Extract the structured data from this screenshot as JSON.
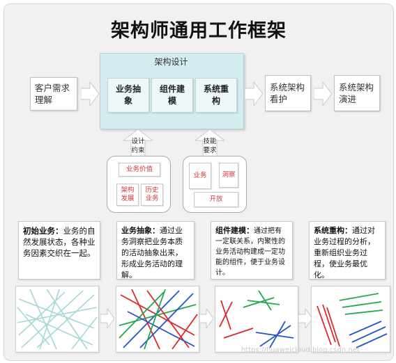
{
  "title": "架构师通用工作框架",
  "input_box": "客户需求理解",
  "architecture": {
    "title": "架构设计",
    "items": [
      "业务抽象",
      "组件建模",
      "系统重构"
    ]
  },
  "outputs": [
    "系统架构看护",
    "系统架构演进"
  ],
  "upward_labels": {
    "design_constraint": "设计约束",
    "skill_requirement": "技能要求"
  },
  "constraint_tags": {
    "value": "业务价值",
    "evolution": "架构发展",
    "history": "历史业务"
  },
  "skill_tags": {
    "business": "业务",
    "insight": "洞察",
    "openness": "开放"
  },
  "stages": [
    {
      "heading": "初始业务：",
      "body": "业务的自然发展状态，各种业务因素交织在一起。"
    },
    {
      "heading": "业务抽象：",
      "body": "通过业务洞察把业务本质的活动抽象出来，形成业务活动的理解。"
    },
    {
      "heading": "组件建模：",
      "body": "通过把有一定联关系，内聚性的业务活动构建成一定功能的组件，便于业务设计。"
    },
    {
      "heading": "系统重构：",
      "body": "通过对业务过程的分析，重新组织业务过程，使业务最优化。"
    }
  ],
  "colors": {
    "architecture_bg": "#d2ecef",
    "tag_text": "#d8383a",
    "line_teal": "#9fd3d3",
    "line_red": "#e0262a",
    "line_green": "#1faa4b",
    "line_blue": "#2456c9"
  },
  "watermark": "https://huaweicloud.blog.csdn.net"
}
